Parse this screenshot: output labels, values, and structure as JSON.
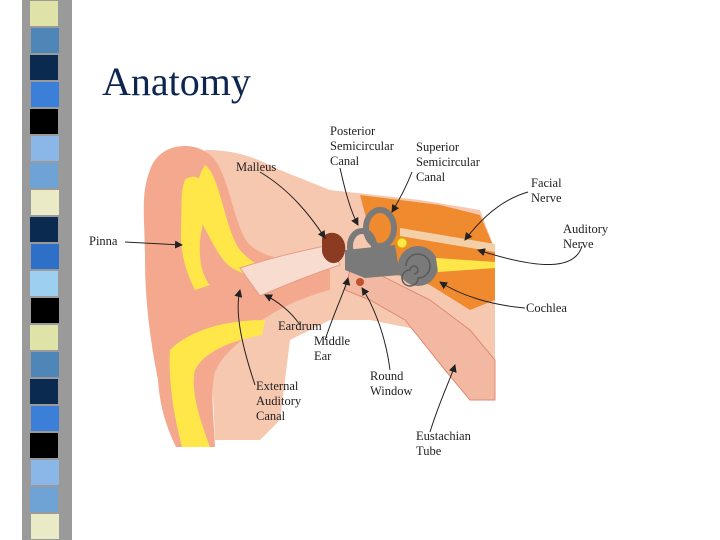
{
  "slide": {
    "title": "Anatomy",
    "stripe_colors": [
      "#dfe3a8",
      "#4f86b8",
      "#0b2a4f",
      "#3b7fd8",
      "#000000",
      "#8ab6e8",
      "#6fa3d6",
      "#eaeac6",
      "#0b2a4f",
      "#2e6fc7",
      "#9dd0f0",
      "#000000"
    ]
  },
  "diagram": {
    "labels": {
      "posterior_canal": "Posterior\nSemicircular\nCanal",
      "superior_canal": "Superior\nSemicircular\nCanal",
      "malleus": "Malleus",
      "facial_nerve": "Facial\nNerve",
      "auditory_nerve": "Auditory\nNerve",
      "pinna": "Pinna",
      "cochlea": "Cochlea",
      "eardrum": "Eardrum",
      "middle_ear": "Middle\nEar",
      "round_window": "Round\nWindow",
      "external_canal": "External\nAuditory\nCanal",
      "eustachian_tube": "Eustachian\nTube"
    }
  }
}
